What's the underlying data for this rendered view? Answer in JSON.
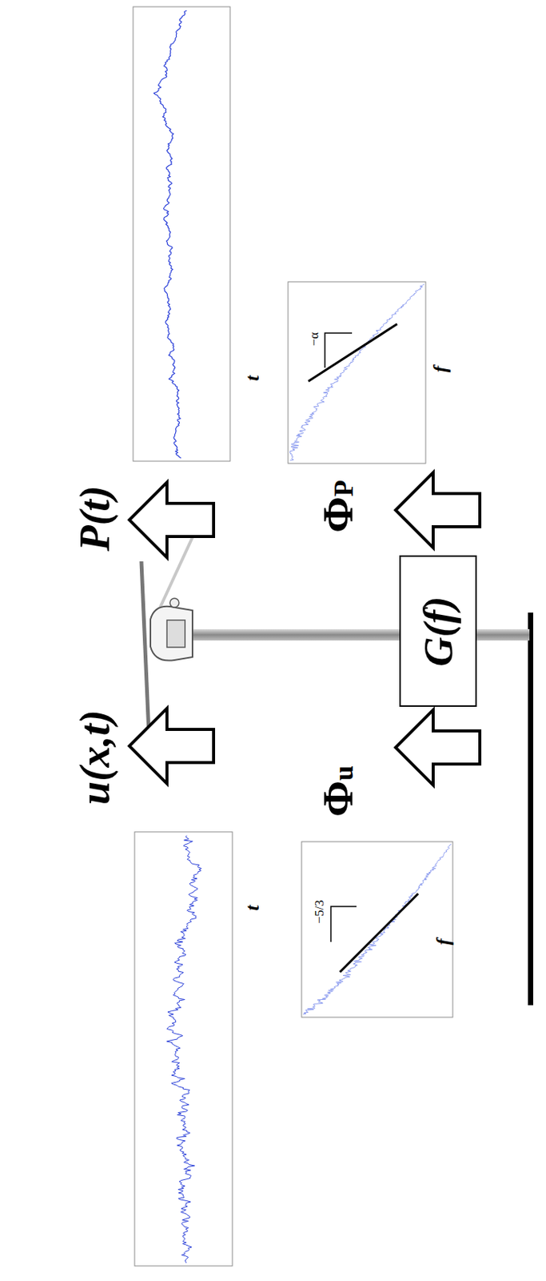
{
  "diagram": {
    "nodes": [
      {
        "text": [
          "G(f)"
        ]
      }
    ],
    "labels": [
      "u(x,t)",
      "P(t)",
      "Φu",
      "ΦP",
      "t",
      "−5/3",
      "f",
      "t",
      "−α",
      "f"
    ]
  }
}
